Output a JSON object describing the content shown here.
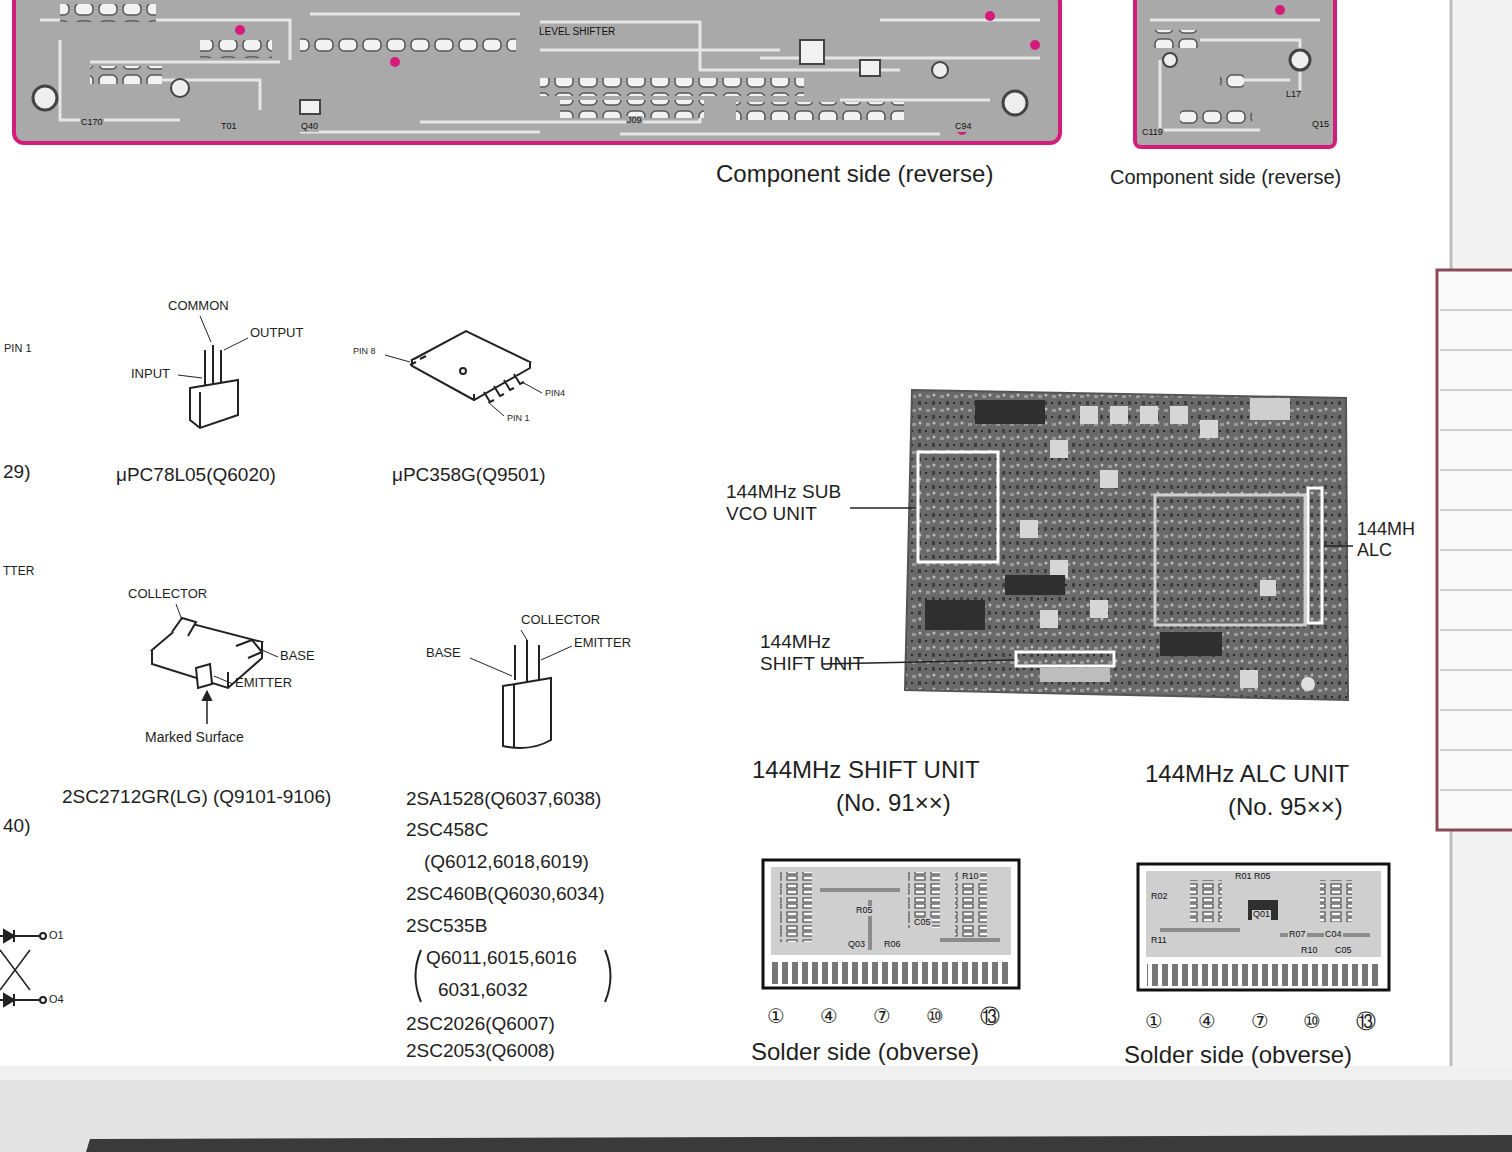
{
  "diagram": {
    "nodes": [
      {
        "text": [
          "LEVEL SHIFTER",
          "C170",
          "T01",
          "Q40",
          "J09",
          "C94"
        ]
      },
      {
        "text": [
          "C119",
          "L17",
          "Q15"
        ]
      },
      {
        "text": [
          "R05",
          "Q03",
          "R06",
          "C05",
          "R10"
        ]
      },
      {
        "text": [
          "R01 R05",
          "R02",
          "Q01",
          "R07",
          "C04",
          "R11",
          "R10",
          "C05"
        ]
      }
    ],
    "labels": [
      "Component side (reverse)",
      "Component side (reverse)",
      "PIN 1",
      "COMMON",
      "OUTPUT",
      "INPUT",
      "PIN 8",
      "PIN4",
      "PIN 1",
      "29)",
      "μPC78L05(Q6020)",
      "μPC358G(Q9501)",
      "144MHz SUB VCO UNIT",
      "144MH ALC",
      "TTER",
      "COLLECTOR",
      "COLLECTOR",
      "EMITTER",
      "BASE",
      "BASE",
      "EMITTER",
      "144MHz SHIFT UNIT",
      "Marked Surface",
      "144MHz SHIFT UNIT",
      "144MHz ALC UNIT",
      "2SC2712GR(LG) (Q9101-9106)",
      "2SA1528(Q6037,6038)",
      "(No. 91××)",
      "(No. 95××)",
      "40)",
      "2SC458C",
      "(Q6012,6018,6019)",
      "2SC460B(Q6030,6034)",
      "2SC535B",
      "Q6011,6015,6016",
      "6031,6032",
      "O1",
      "O4",
      "①",
      "④",
      "⑦",
      "⑩",
      "⑬",
      "①",
      "④",
      "⑦",
      "⑩",
      "⑬",
      "2SC2026(Q6007)",
      "Solder side (obverse)",
      "Solder side (obverse)",
      "2SC2053(Q6008)"
    ]
  }
}
